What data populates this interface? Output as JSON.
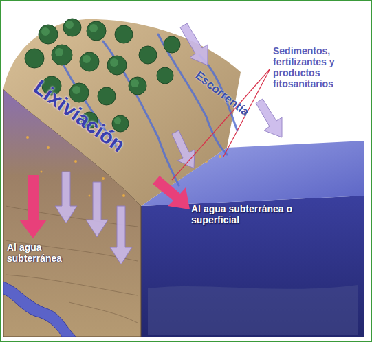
{
  "diagram": {
    "labels": [
      "Lixiviación",
      "Escorrentía",
      "Sedimentos, fertilizantes y productos fitosanitarios",
      "Al agua subterránea o superficial",
      "Al agua subterránea"
    ]
  }
}
